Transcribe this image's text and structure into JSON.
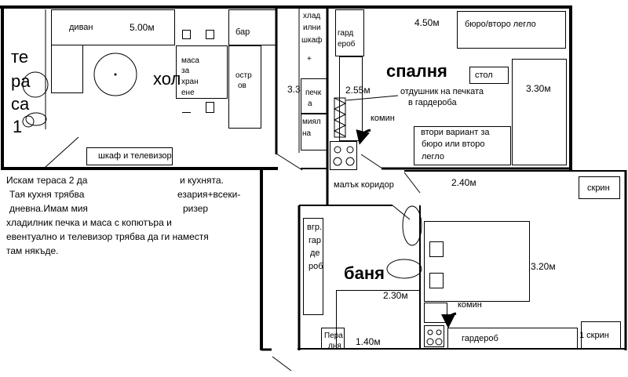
{
  "plan": {
    "terrace_1": [
      "те",
      "ра",
      "са",
      "1"
    ],
    "living_room": "хол",
    "sofa": "диван",
    "living_width": "5.00м",
    "dining_table": [
      "маса",
      "за",
      "хран",
      "ене"
    ],
    "bar": "бар",
    "island": [
      "остр",
      "ов"
    ],
    "tv_cabinet": "шкаф и телевизор",
    "kitchen": {
      "fridge_cabinet": [
        "хлад",
        "илни",
        "шкаф"
      ],
      "plus": "+",
      "dimension": "3.3",
      "stove": [
        "печк",
        "а"
      ],
      "sink": [
        "миял",
        "на"
      ]
    },
    "bedroom": {
      "title": "спалня",
      "wardrobe": [
        "гард",
        "ероб"
      ],
      "wardrobe_depth": "2.55м",
      "width": "4.50м",
      "desk_or_bed": "бюро/второ легло",
      "chair": "стол",
      "bed_length": "3.30м",
      "vent_note": [
        "отдушник на печката",
        "в гардероба"
      ],
      "chimney": "комин",
      "alt_desk": [
        "втори вариант за",
        "бюро или второ",
        "легло"
      ]
    },
    "corridor": {
      "label": "малък коридор",
      "dimension": "2.40м"
    },
    "chest_top": "скрин",
    "bathroom": {
      "title": "баня",
      "built_in_wardrobe": [
        "вгр.",
        "гар",
        "де",
        "роб"
      ],
      "dimension": "2.30м",
      "laundry": [
        "Пера",
        "лня"
      ],
      "laundry_width": "1.40м"
    },
    "room_2": {
      "dimension": "3.20м",
      "chimney": "комин",
      "wardrobe": "гардероб",
      "chest": "1 скрин"
    }
  },
  "note": {
    "lines": [
      [
        "Искам тераса 2 да",
        "и кухнята."
      ],
      [
        "Тая кухня трябва",
        "езария+всеки-"
      ],
      [
        "дневна.Имам мия",
        "ризер"
      ],
      [
        "хладилник печка и маса с копютъра и"
      ],
      [
        "евентуално и телевизор трябва да ги наместя"
      ],
      [
        "там някъде."
      ]
    ]
  }
}
